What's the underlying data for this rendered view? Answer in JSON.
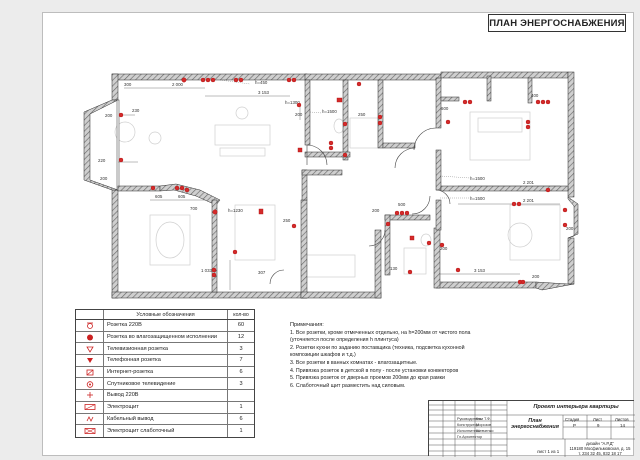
{
  "sheet": {
    "title": "ПЛАН ЭНЕРГОСНАБЖЕНИЯ"
  },
  "dimensions": {
    "d_300a": "300",
    "d_2000": "2 000",
    "d_hinstr": "h=450",
    "d_3153a": "3 153",
    "d_h1300": "h=1300",
    "d_200a": "200",
    "d_230": "230",
    "d_1500": "h=1500",
    "d_200b": "200",
    "d_250": "250",
    "d_220a": "220",
    "d_200c": "200",
    "d_600": "600",
    "d_400": "400",
    "d_605": "605",
    "d_2201a": "2 201",
    "d_2201b": "2 201",
    "d_h1500a": "h=1500",
    "d_h1500b": "h=1500",
    "d_605b": "605",
    "d_700": "700",
    "d_1230": "h=1230",
    "d_1033": "1 033",
    "d_307": "307",
    "d_250b": "250",
    "d_130": "130",
    "d_200d": "200",
    "d_500": "500",
    "d_3153b": "3 153",
    "d_200e": "200",
    "d_200f": "200",
    "d_200g": "200"
  },
  "legend": {
    "title": "Условные обозначения",
    "qty_header": "кол-во",
    "items": [
      {
        "icon": "outlet-icon",
        "label": "Розетка 220В",
        "qty": "60"
      },
      {
        "icon": "waterproof-outlet-icon",
        "label": "Розетка во влагозащищенном исполнении",
        "qty": "12"
      },
      {
        "icon": "tv-outlet-icon",
        "label": "Телевизионная розетка",
        "qty": "3"
      },
      {
        "icon": "phone-outlet-icon",
        "label": "Телефонная розетка",
        "qty": "7"
      },
      {
        "icon": "internet-outlet-icon",
        "label": "Интернет-розетка",
        "qty": "6"
      },
      {
        "icon": "satellite-outlet-icon",
        "label": "Спутниковое телевидение",
        "qty": "3"
      },
      {
        "icon": "output-220-icon",
        "label": "Вывод 220В",
        "qty": ""
      },
      {
        "icon": "electric-panel-icon",
        "label": "Электрощит",
        "qty": "1"
      },
      {
        "icon": "cable-output-icon",
        "label": "Кабельный вывод",
        "qty": "6"
      },
      {
        "icon": "low-current-panel-icon",
        "label": "Электрощит слаботочный",
        "qty": "1"
      }
    ]
  },
  "notes": {
    "title": "Примечания:",
    "lines": [
      "1. Все розетки, кроме отмеченных отдельно, на h=200мм от чистого пола",
      "(уточняется после определения h плинтуса)",
      "2. Розетки кухни по заданию поставщика (техника, подсветка кухонной",
      "композиции шкафов и т.д.)",
      "3. Все розетки в ванных комнатах - влагозащитные.",
      "4. Привязка розеток в детской в полу - после установки конвекторов",
      "5. Привязка розеток от дверных проемов 200мм до края рамки",
      "6. Слаботочный щит разместить над силовым."
    ]
  },
  "stamp": {
    "project": "Проект интерьера квартиры",
    "sheet_name": "План энергоснабжения",
    "col_stage": "Стадия",
    "col_sheet": "Лист",
    "col_sheets": "Листов",
    "stage": "Р",
    "sheet_number": "9",
    "sheets_total": "14",
    "company_lines": [
      "дизайн \"А.Р.Д\"",
      "119180 Мосфильмовская, д. 15",
      "т. 234 32 45, 832 18 17"
    ],
    "sheet_index": "лист 1 из 1",
    "roles": [
      "Руководитель",
      "Конструктор",
      "Исполнитель",
      "Гл.Архитектор"
    ],
    "names": [
      "Ким Т.Ф.",
      "Морозов",
      "Шевченко",
      ""
    ]
  }
}
